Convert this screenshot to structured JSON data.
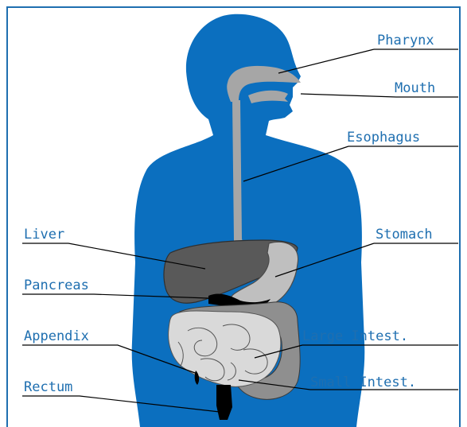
{
  "colors": {
    "border": "#1f6fb0",
    "body": "#0b6fbf",
    "label_text": "#1f6fb0",
    "leader_line": "#000000",
    "liver": "#595959",
    "stomach": "#bfbfbf",
    "large_intestine": "#8f8f8f",
    "small_intestine": "#d9d9d9",
    "rectum": "#000000",
    "airway": "#a6a6a6"
  },
  "labels": {
    "pharynx": "Pharynx",
    "mouth": "Mouth",
    "esophagus": "Esophagus",
    "liver": "Liver",
    "stomach": "Stomach",
    "pancreas": "Pancreas",
    "appendix": "Appendix",
    "large_intestine": "Large Intest.",
    "small_intestine": "Small Intest.",
    "rectum": "Rectum"
  }
}
